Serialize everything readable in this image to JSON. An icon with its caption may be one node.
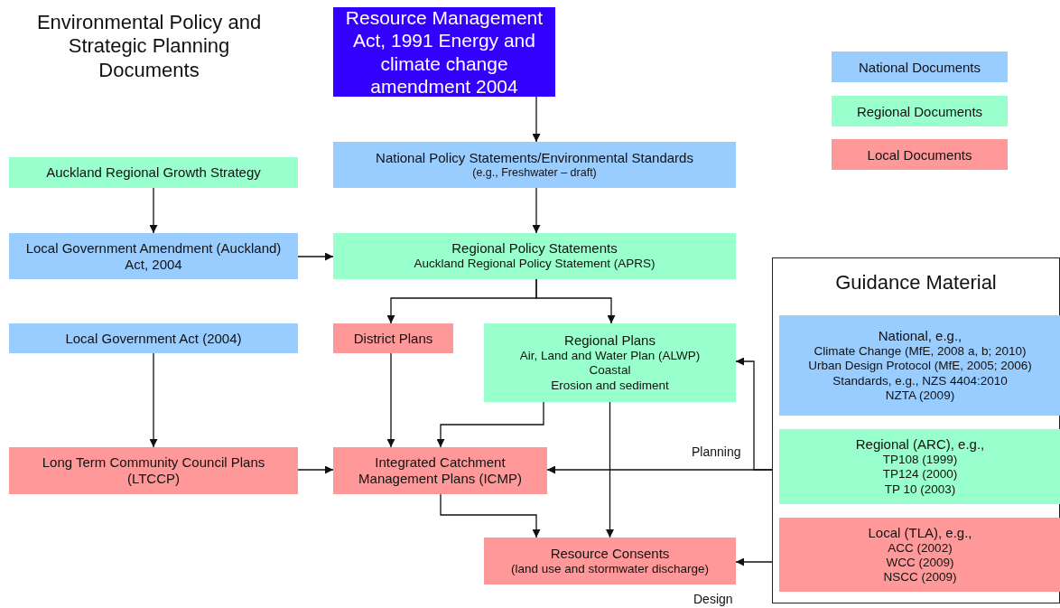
{
  "diagram": {
    "title": "Environmental Policy and Strategic Planning Documents",
    "nodes": [
      {
        "text": [
          "Resource Management Act, 1991 Energy and climate change amendment 2004"
        ]
      },
      {
        "text": [
          "National Policy Statements/Environmental Standards",
          "(e.g., Freshwater – draft)"
        ]
      },
      {
        "text": [
          "Auckland Regional Growth Strategy"
        ]
      },
      {
        "text": [
          "Local Government Amendment (Auckland) Act, 2004"
        ]
      },
      {
        "text": [
          "Regional Policy Statements",
          "Auckland Regional Policy Statement (APRS)"
        ]
      },
      {
        "text": [
          "Local Government Act (2004)"
        ]
      },
      {
        "text": [
          "District Plans"
        ]
      },
      {
        "text": [
          "Regional Plans",
          "Air, Land and Water Plan (ALWP)",
          "Coastal",
          "Erosion and sediment"
        ]
      },
      {
        "text": [
          "Long Term Community Council Plans (LTCCP)"
        ]
      },
      {
        "text": [
          "Integrated Catchment Management Plans (ICMP)"
        ]
      },
      {
        "text": [
          "Resource Consents",
          "(land use and stormwater discharge)"
        ]
      },
      {
        "text": [
          "Guidance Material"
        ]
      },
      {
        "text": [
          "National, e.g.,",
          "Climate Change (MfE, 2008 a, b; 2010)",
          "Urban Design Protocol (MfE, 2005; 2006)",
          "Standards, e.g., NZS 4404:2010",
          "NZTA (2009)"
        ],
        "in": 11
      },
      {
        "text": [
          "Regional (ARC), e.g.,",
          "TP108 (1999)",
          "TP124 (2000)",
          "TP 10 (2003)"
        ],
        "in": 11
      },
      {
        "text": [
          "Local (TLA), e.g.,",
          "ACC (2002)",
          "WCC (2009)",
          "NSCC (2009)"
        ],
        "in": 11
      }
    ],
    "edges": [
      {
        "from": 0,
        "to": 1,
        "arrow": "to"
      },
      {
        "from": 1,
        "to": 4,
        "arrow": "to"
      },
      {
        "from": 2,
        "to": 3,
        "arrow": "to"
      },
      {
        "from": 3,
        "to": 4,
        "arrow": "to"
      },
      {
        "from": 4,
        "to": 6,
        "arrow": "to"
      },
      {
        "from": 4,
        "to": 7,
        "arrow": "to"
      },
      {
        "from": 5,
        "to": 8,
        "arrow": "to"
      },
      {
        "from": 6,
        "to": 9,
        "arrow": "to"
      },
      {
        "from": 7,
        "to": 9,
        "arrow": "to"
      },
      {
        "from": 8,
        "to": 9,
        "arrow": "to"
      },
      {
        "from": 7,
        "to": 10,
        "arrow": "to"
      },
      {
        "from": 9,
        "to": 10,
        "arrow": "to"
      },
      {
        "from": 11,
        "to": 9,
        "arrow": "to",
        "label": "Planning"
      },
      {
        "from": 11,
        "to": 7,
        "arrow": "to"
      },
      {
        "from": 11,
        "to": 10,
        "arrow": "to"
      }
    ],
    "labels": [
      "Design"
    ],
    "legend": [
      {
        "text": "National Documents",
        "color": "#99ccff"
      },
      {
        "text": "Regional Documents",
        "color": "#99ffcc"
      },
      {
        "text": "Local Documents",
        "color": "#ff9999"
      }
    ]
  }
}
